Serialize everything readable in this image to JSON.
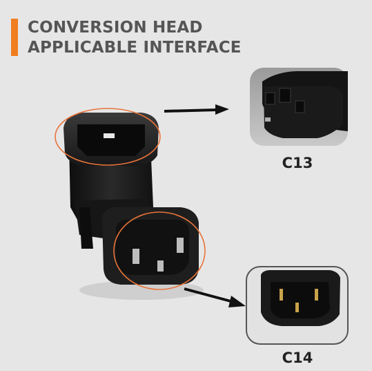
{
  "headline": {
    "line1": "CONVERSION HEAD",
    "line2": "APPLICABLE INTERFACE"
  },
  "connectors": {
    "top": {
      "label": "C13"
    },
    "bottom": {
      "label": "C14"
    }
  },
  "colors": {
    "accent": "#f07d1f",
    "highlight_ring": "#e8743a",
    "background": "#e6e6e6",
    "plastic": "#1c1c1c"
  },
  "icons": [
    "arrow-right-icon",
    "arrow-right-icon"
  ]
}
